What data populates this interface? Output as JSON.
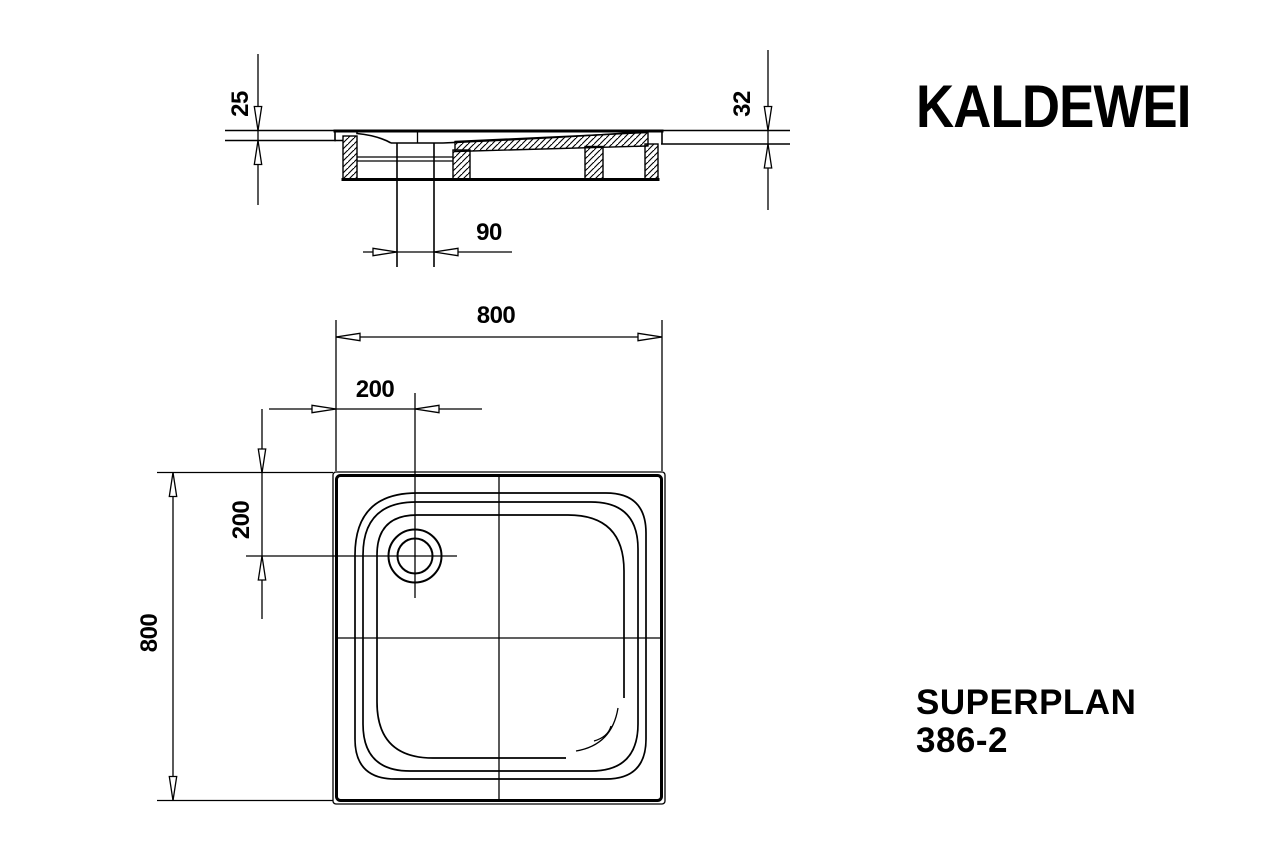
{
  "colors": {
    "ink": "#000000",
    "paper": "#ffffff"
  },
  "logo": "KALDEWEI",
  "product": {
    "name": "SUPERPLAN",
    "model": "386-2"
  },
  "section_view": {
    "depth_label": "25",
    "height_label": "32",
    "drain_width_label": "90"
  },
  "plan_view": {
    "width_label": "800",
    "length_label": "800",
    "drain_offset_x_label": "200",
    "drain_offset_y_label": "200"
  }
}
